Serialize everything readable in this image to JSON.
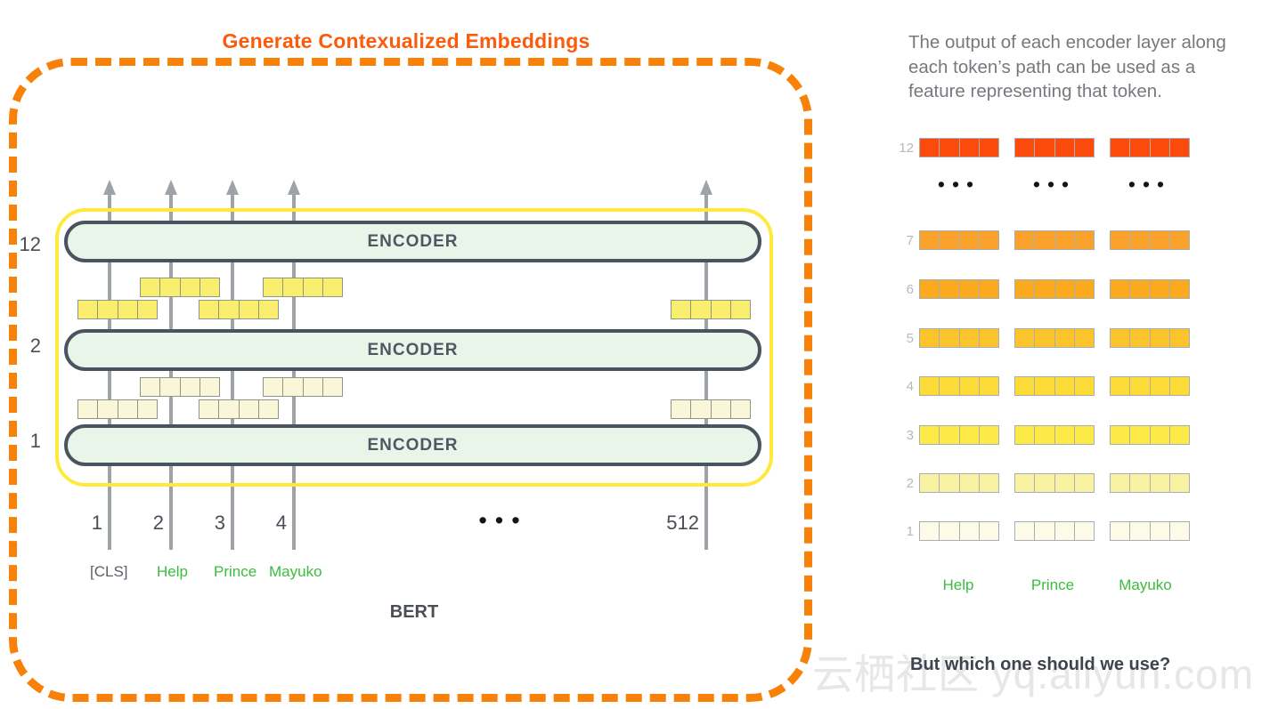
{
  "title": "Generate Contexualized Embeddings",
  "bert": {
    "encoder_label": "ENCODER",
    "layer_labels": [
      "12",
      "2",
      "1"
    ],
    "positions": [
      "1",
      "2",
      "3",
      "4"
    ],
    "last_position": "512",
    "ellipsis": "•••",
    "tokens": [
      {
        "text": "[CLS]",
        "color": "#5B6068"
      },
      {
        "text": "Help",
        "color": "#3CBC3C"
      },
      {
        "text": "Prince",
        "color": "#3CBC3C"
      },
      {
        "text": "Mayuko",
        "color": "#3CBC3C"
      }
    ],
    "model_label": "BERT"
  },
  "caption_lines": [
    "The output of each encoder layer along",
    "each token’s path can be used as a",
    "feature representing that token."
  ],
  "embedding_grid": {
    "cells_per_vector": 4,
    "columns": 3,
    "rows": [
      {
        "label": "12",
        "color": "#FB4A0C"
      },
      {
        "label": "7",
        "color": "#F9A12B"
      },
      {
        "label": "6",
        "color": "#FAAA1C"
      },
      {
        "label": "5",
        "color": "#FBC42C"
      },
      {
        "label": "4",
        "color": "#FCDB37"
      },
      {
        "label": "3",
        "color": "#FCEA47"
      },
      {
        "label": "2",
        "color": "#F9F2A2"
      },
      {
        "label": "1",
        "color": "#FDFBE8"
      }
    ],
    "dots": "•••",
    "tokens": [
      "Help",
      "Prince",
      "Mayuko"
    ]
  },
  "question": "But which one should we use?",
  "watermark": "云栖社区 yq.aliyun.com",
  "palette": {
    "dashed_border": "#F78109",
    "title_color": "#FA5B0D",
    "yellow_box_border": "#FFE93B",
    "encoder_fill": "#E9F5E9",
    "encoder_border": "#4A545E",
    "line_gray": "#9EA3A8",
    "bright_vector": "#FAEE6E",
    "pale_vector": "#FAF6D8",
    "token_green": "#3CBC3C",
    "caption_gray": "#75797E",
    "question_color": "#3E444D"
  }
}
